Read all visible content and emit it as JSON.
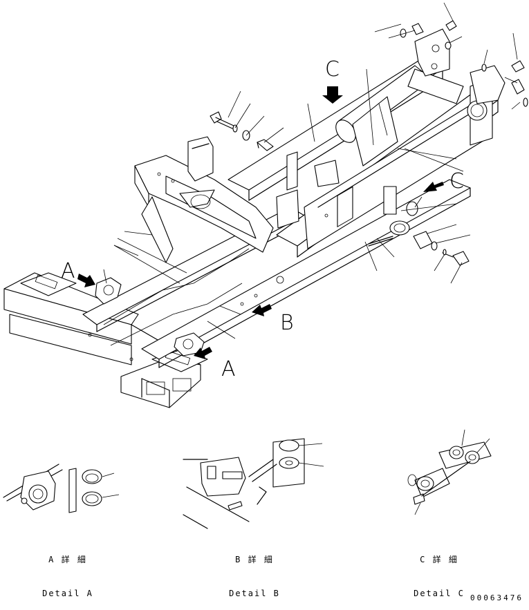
{
  "callouts": {
    "a_left": "A",
    "a_bottom": "A",
    "b": "B",
    "c_top": "C",
    "c_right": "C"
  },
  "details": [
    {
      "line1": "A 詳 細",
      "line2": "Detail A"
    },
    {
      "line1": "B 詳 細",
      "line2": "Detail B"
    },
    {
      "line1": "C 詳 細",
      "line2": "Detail C"
    }
  ],
  "drawing_number": "00063476",
  "icons": [
    "arrow-icon"
  ]
}
